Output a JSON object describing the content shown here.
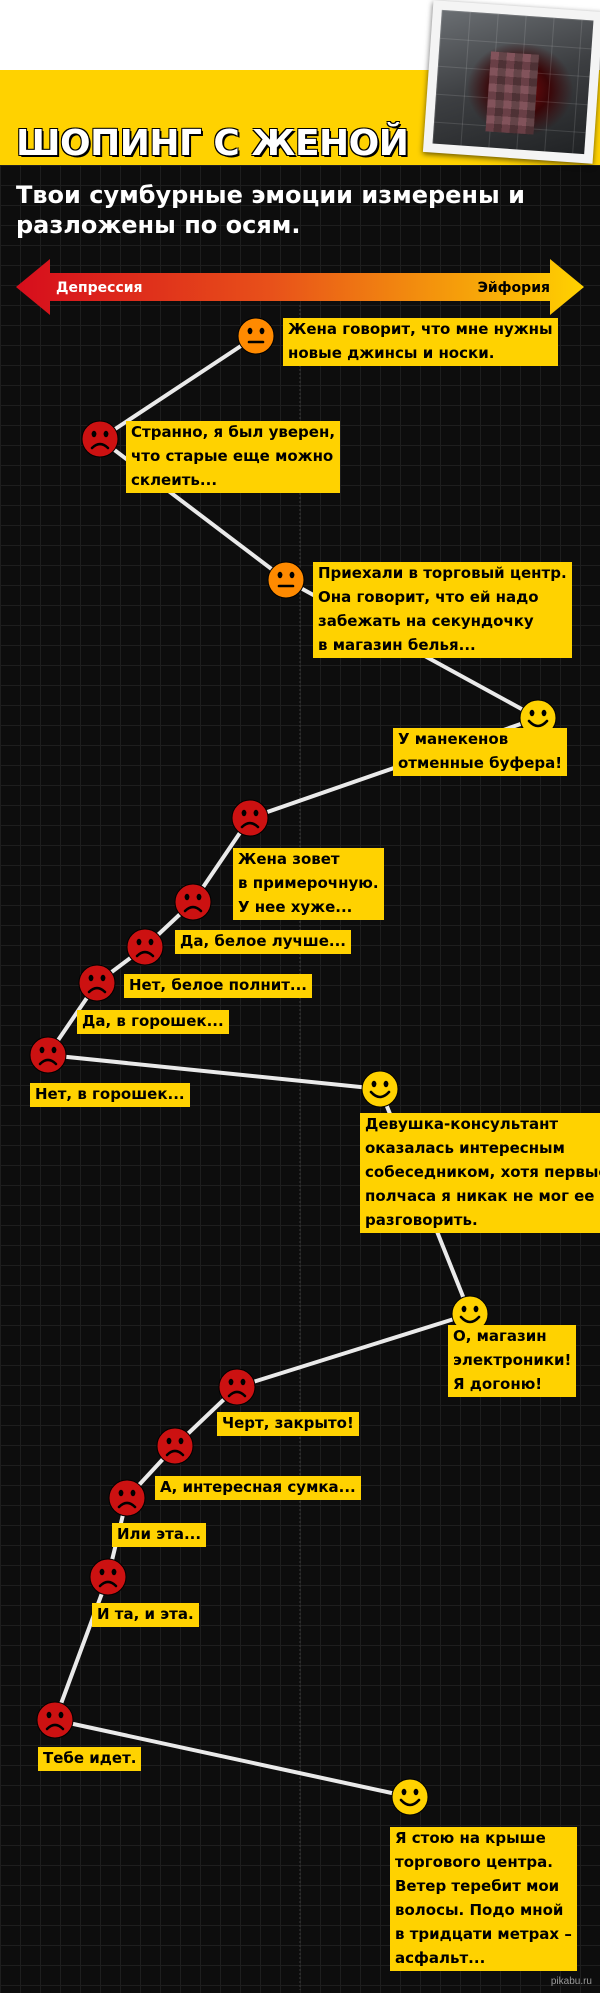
{
  "header": {
    "title": "ШОПИНГ С ЖЕНОЙ",
    "subtitle": "Твои сумбурные эмоции измерены и разложены по осям."
  },
  "axis": {
    "left_label": "Депрессия",
    "right_label": "Эйфория"
  },
  "colors": {
    "yellow": "#ffd200",
    "red": "#cc1111",
    "orange": "#ff8a00",
    "line": "#eaeaea"
  },
  "events": [
    {
      "mood": "neutral",
      "text": [
        "Жена говорит, что мне нужны",
        "новые джинсы и носки."
      ]
    },
    {
      "mood": "sad",
      "text": [
        "Странно, я был уверен,",
        "что старые еще можно",
        "склеить..."
      ]
    },
    {
      "mood": "neutral",
      "text": [
        "Приехали в торговый центр.",
        "Она говорит, что ей надо",
        "забежать на секундочку",
        "в магазин белья..."
      ]
    },
    {
      "mood": "happy",
      "text": [
        "У манекенов",
        "отменные буфера!"
      ]
    },
    {
      "mood": "sad",
      "text": [
        "Жена зовет",
        "в примерочную.",
        "У нее хуже..."
      ]
    },
    {
      "mood": "sad",
      "text": [
        "Да, белое лучше..."
      ]
    },
    {
      "mood": "sad",
      "text": [
        "Нет, белое полнит..."
      ]
    },
    {
      "mood": "sad",
      "text": [
        "Да, в горошек..."
      ]
    },
    {
      "mood": "sad",
      "text": [
        "Нет, в горошек..."
      ]
    },
    {
      "mood": "happy",
      "text": [
        "Девушка-консультант",
        "оказалась интересным",
        "собеседником, хотя первые",
        "полчаса я никак не мог ее",
        "разговорить."
      ]
    },
    {
      "mood": "happy",
      "text": [
        "О, магазин",
        "электроники!",
        "Я догоню!"
      ]
    },
    {
      "mood": "sad",
      "text": [
        "Черт, закрыто!"
      ]
    },
    {
      "mood": "sad",
      "text": [
        "А, интересная сумка..."
      ]
    },
    {
      "mood": "sad",
      "text": [
        "Или эта..."
      ]
    },
    {
      "mood": "sad",
      "text": [
        "И та, и эта."
      ]
    },
    {
      "mood": "sad",
      "text": [
        "Тебе идет."
      ]
    },
    {
      "mood": "happy",
      "text": [
        "Я стою на крыше",
        "торгового центра.",
        "Ветер теребит мои",
        "волосы. Подо мной",
        "в тридцати метрах –",
        "асфальт..."
      ]
    }
  ],
  "footer": {
    "source": "pikabu.ru"
  }
}
